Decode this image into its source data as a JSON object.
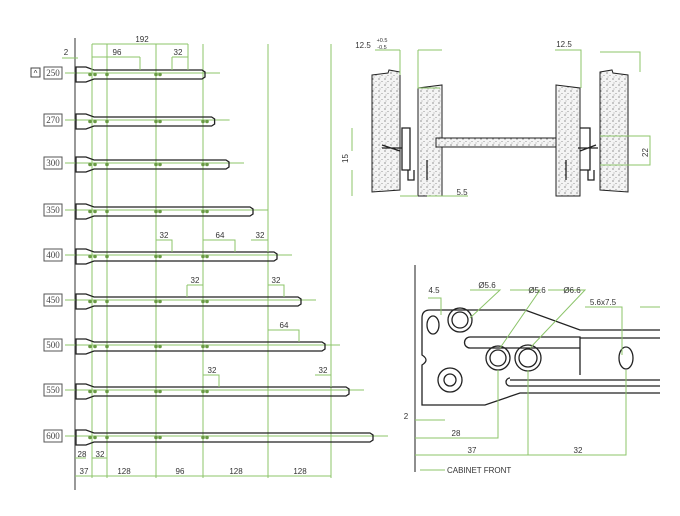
{
  "rails": {
    "collapse_button": "^",
    "lengths": [
      "250",
      "270",
      "300",
      "350",
      "400",
      "450",
      "500",
      "550",
      "600"
    ]
  },
  "dims_top": {
    "overall": "192",
    "a": "96",
    "b": "32",
    "offset": "2"
  },
  "dims_mid": {
    "r400_a": "32",
    "r400_b": "64",
    "r400_c": "32",
    "r450_a": "32",
    "r450_b": "32",
    "r500_a": "64",
    "r550_a": "32",
    "r550_b": "32"
  },
  "dims_bottom": {
    "d28": "28",
    "d32": "32",
    "d37": "37",
    "s1": "128",
    "s2": "96",
    "s3": "128",
    "s4": "128"
  },
  "section": {
    "left_gap": "12.5",
    "tol_plus": "+0.5",
    "tol_minus": "-0.5",
    "right_gap": "12.5",
    "height_left": "15",
    "height_right": "22",
    "offset": "5.5"
  },
  "detail": {
    "d45": "4.5",
    "hole1": "Ø5.6",
    "hole2": "Ø5.6",
    "hole3": "Ø6.6",
    "slot": "5.6x7.5",
    "d2": "2",
    "d28": "28",
    "d37": "37",
    "d32": "32",
    "cabinet_front": "CABINET FRONT"
  },
  "colors": {
    "dimension": "#8cc46a",
    "outline": "#222222"
  }
}
